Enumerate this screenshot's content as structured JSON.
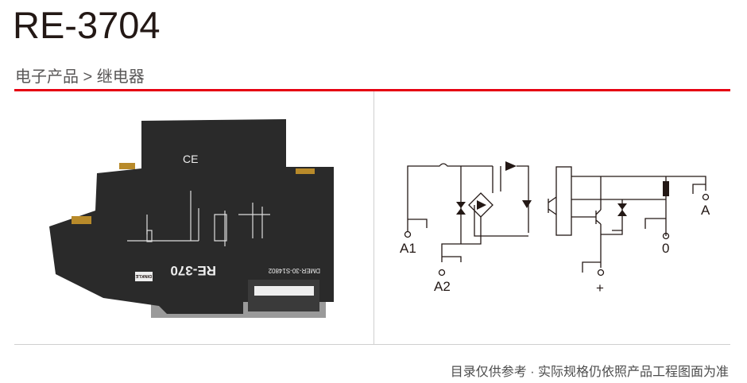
{
  "header": {
    "title": "RE-3704",
    "breadcrumb": "电子产品 > 继电器"
  },
  "product_image": {
    "lettering": [
      "RE-370",
      "DMER-30-S14802",
      "DINKLE",
      "CE"
    ]
  },
  "schematic": {
    "terminals": [
      "A1",
      "A2",
      "+",
      "0",
      "A"
    ]
  },
  "footer": {
    "note": "目录仅供参考 · 实际规格仍依照产品工程图面为准"
  },
  "colors": {
    "accent": "#e60012",
    "text": "#231815"
  }
}
